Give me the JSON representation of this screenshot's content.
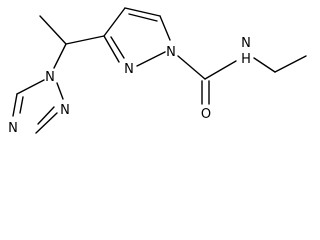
{
  "atoms": {
    "pyrazole_n1": "N",
    "pyrazole_n2": "N",
    "amide_n": "N",
    "amide_h": "H",
    "carbonyl_o": "O",
    "triazole_n1": "N",
    "triazole_n2": "N",
    "triazole_n4": "N"
  },
  "colors": {
    "ink": "#000000",
    "background": "#ffffff"
  }
}
